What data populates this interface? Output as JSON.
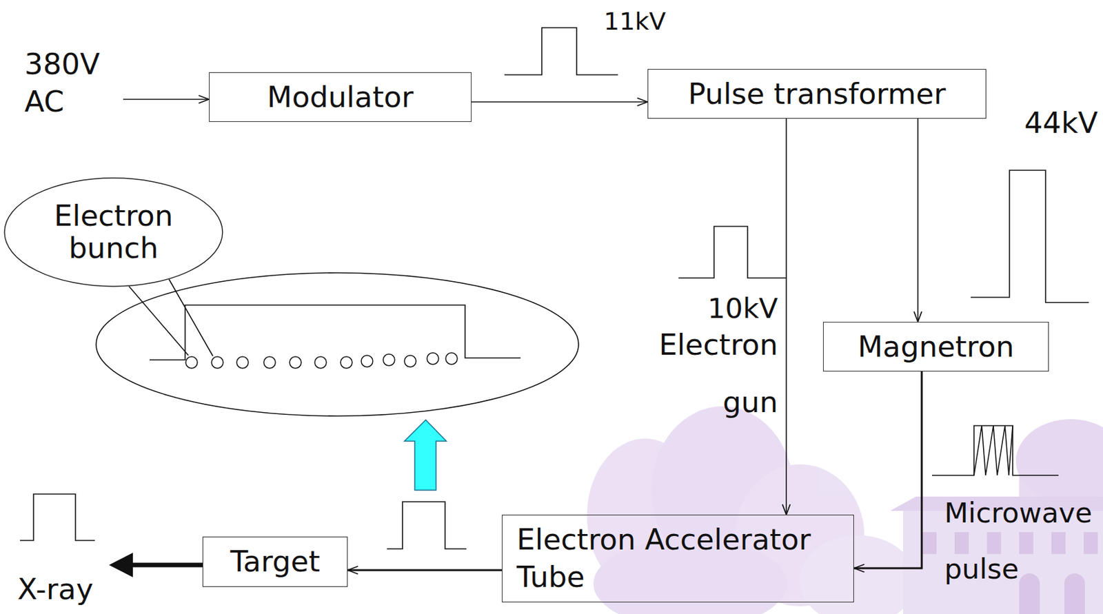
{
  "diagram": {
    "nodes": [
      {
        "text": [
          "Modulator"
        ]
      },
      {
        "text": [
          "Pulse transformer"
        ]
      },
      {
        "text": [
          "Electron bunch"
        ]
      },
      {
        "text": [
          "Magnetron"
        ]
      },
      {
        "text": [
          "Electron Accelerator Tube"
        ]
      },
      {
        "text": [
          "Target"
        ]
      }
    ],
    "edges": [
      {
        "from": 0,
        "to": 1,
        "arrow": "to"
      },
      {
        "from": 1,
        "to": 4,
        "arrow": "to"
      },
      {
        "from": 1,
        "to": 3,
        "arrow": "to"
      },
      {
        "from": 3,
        "to": 4,
        "arrow": "to"
      },
      {
        "from": 4,
        "to": 5,
        "arrow": "to"
      }
    ],
    "labels": [
      "380V AC",
      "11kV",
      "44kV",
      "10kV",
      "Electron gun",
      "Microwave pulse",
      "X-ray"
    ]
  }
}
